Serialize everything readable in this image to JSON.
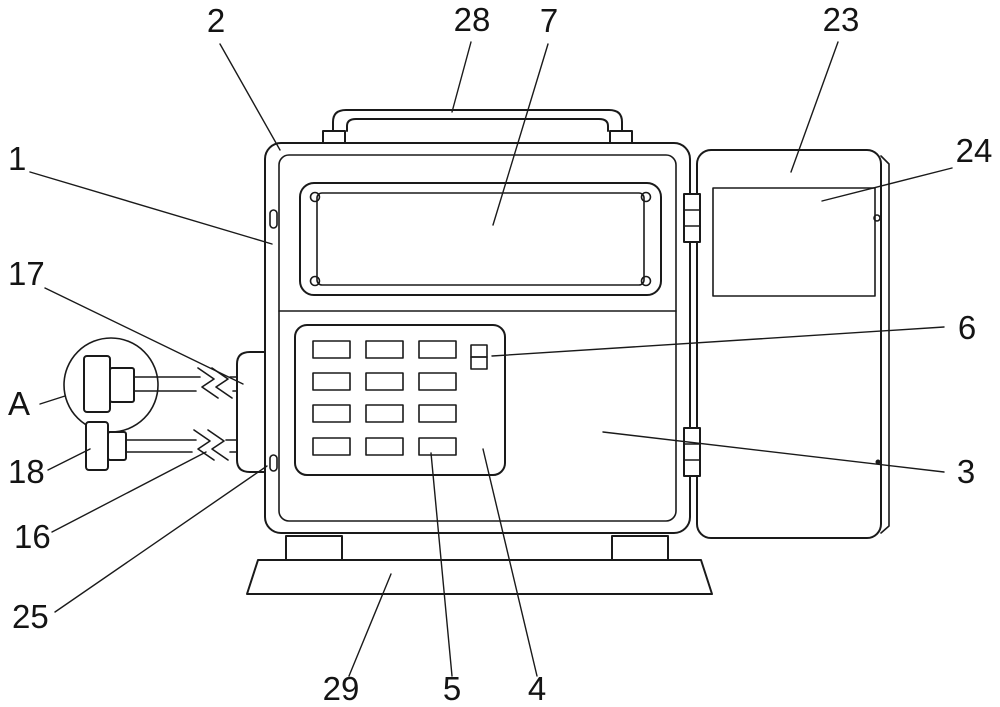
{
  "figure": {
    "kind": "patent-technical-drawing",
    "background_color": "#ffffff",
    "line_color": "#1a1a1a"
  },
  "labels": {
    "ref1": "1",
    "ref2": "2",
    "ref3": "3",
    "ref4": "4",
    "ref5": "5",
    "ref6": "6",
    "ref7": "7",
    "ref16": "16",
    "ref17": "17",
    "ref18": "18",
    "ref23": "23",
    "ref24": "24",
    "ref25": "25",
    "ref28": "28",
    "ref29": "29",
    "refA": "A"
  }
}
